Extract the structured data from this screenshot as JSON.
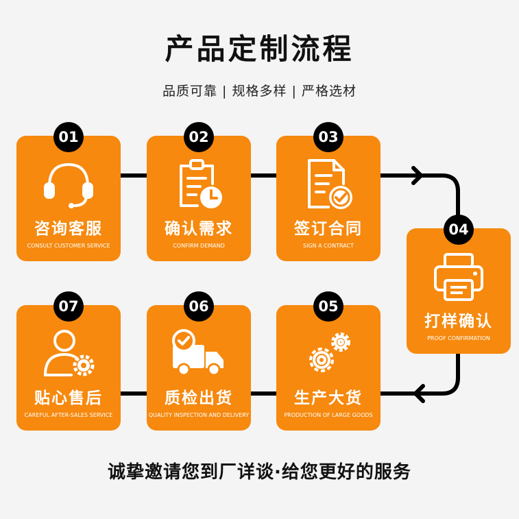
{
  "header": {
    "title": "产品定制流程",
    "subtitle": "品质可靠 | 规格多样 | 严格选材"
  },
  "steps": [
    {
      "number": "01",
      "title": "咨询客服",
      "subtitle": "CONSULT CUSTOMER SERVICE",
      "icon": "headset-icon"
    },
    {
      "number": "02",
      "title": "确认需求",
      "subtitle": "CONFIRM DEMAND",
      "icon": "clipboard-clock-icon"
    },
    {
      "number": "03",
      "title": "签订合同",
      "subtitle": "SIGN A CONTRACT",
      "icon": "contract-check-icon"
    },
    {
      "number": "04",
      "title": "打样确认",
      "subtitle": "PROOF CONFIRMATION",
      "icon": "printer-icon"
    },
    {
      "number": "05",
      "title": "生产大货",
      "subtitle": "PRODUCTION OF LARGE GOODS",
      "icon": "gears-icon"
    },
    {
      "number": "06",
      "title": "质检出货",
      "subtitle": "QUALITY INSPECTION AND DELIVERY",
      "icon": "delivery-truck-icon"
    },
    {
      "number": "07",
      "title": "贴心售后",
      "subtitle": "CAREFUL AFTER-SALES SERVICE",
      "icon": "user-gear-icon"
    }
  ],
  "footer": {
    "text": "诚挚邀请您到厂详谈·给您更好的服务"
  },
  "colors": {
    "accent": "#f6890e",
    "badge": "#000000",
    "line": "#000000",
    "background": "#f4f4f4"
  }
}
